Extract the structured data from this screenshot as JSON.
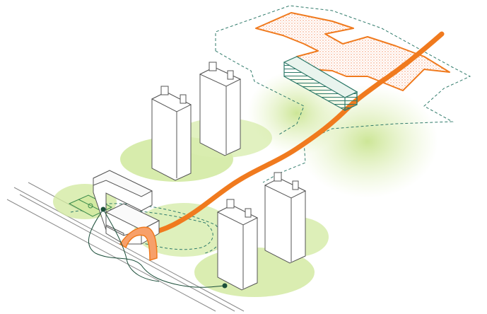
{
  "diagram": {
    "style": "isometric urban design axonometric",
    "colors": {
      "background": "#ffffff",
      "outline": "#555555",
      "dashed_boundary": "#2f7a6a",
      "green_zone": "#cfe79a",
      "green_zone_dark": "#b7d96e",
      "orange_path": "#f07a1e",
      "orange_fill": "#f7a06a",
      "hatched_block": "#2f7a6a",
      "marker": "#1c4f3a"
    },
    "elements": [
      {
        "name": "high-rise-tower",
        "count": 4
      },
      {
        "name": "l-shaped-low-building",
        "count": 1
      },
      {
        "name": "hatched-bar-building",
        "count": 1
      },
      {
        "name": "orange-canopy-roof",
        "count": 1
      },
      {
        "name": "orange-greenway-path",
        "count": 1
      },
      {
        "name": "orange-arch-gateway",
        "count": 1
      },
      {
        "name": "sports-court",
        "count": 1
      },
      {
        "name": "street-lines",
        "count": 1
      },
      {
        "name": "site-boundary-dashed",
        "count": 1
      },
      {
        "name": "green-landscape-zone",
        "count": 6
      },
      {
        "name": "connection-marker",
        "count": 2
      }
    ]
  }
}
